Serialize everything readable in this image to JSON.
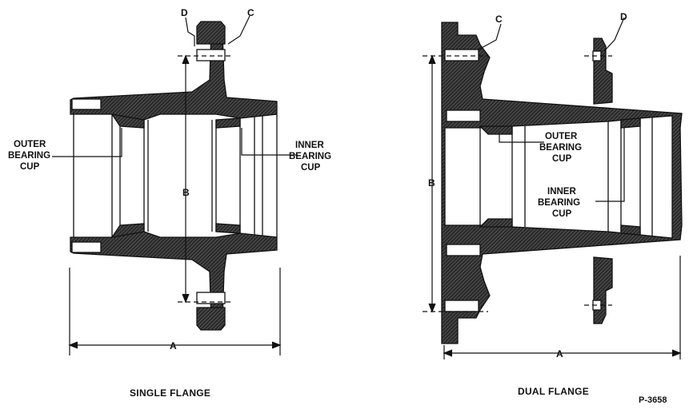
{
  "single_flange": {
    "caption": "SINGLE FLANGE",
    "dim_a": "A",
    "dim_b": "B",
    "dim_c": "C",
    "dim_d": "D",
    "outer_cup": [
      "OUTER",
      "BEARING",
      "CUP"
    ],
    "inner_cup": [
      "INNER",
      "BEARING",
      "CUP"
    ]
  },
  "dual_flange": {
    "caption": "DUAL FLANGE",
    "dim_a": "A",
    "dim_b": "B",
    "dim_c": "C",
    "dim_d": "D",
    "outer_cup": [
      "OUTER",
      "BEARING",
      "CUP"
    ],
    "inner_cup": [
      "INNER",
      "BEARING",
      "CUP"
    ]
  },
  "figure_number": "P-3658",
  "colors": {
    "ink": "#111111",
    "section_fill": "#3a3a3a",
    "paper": "#ffffff"
  }
}
